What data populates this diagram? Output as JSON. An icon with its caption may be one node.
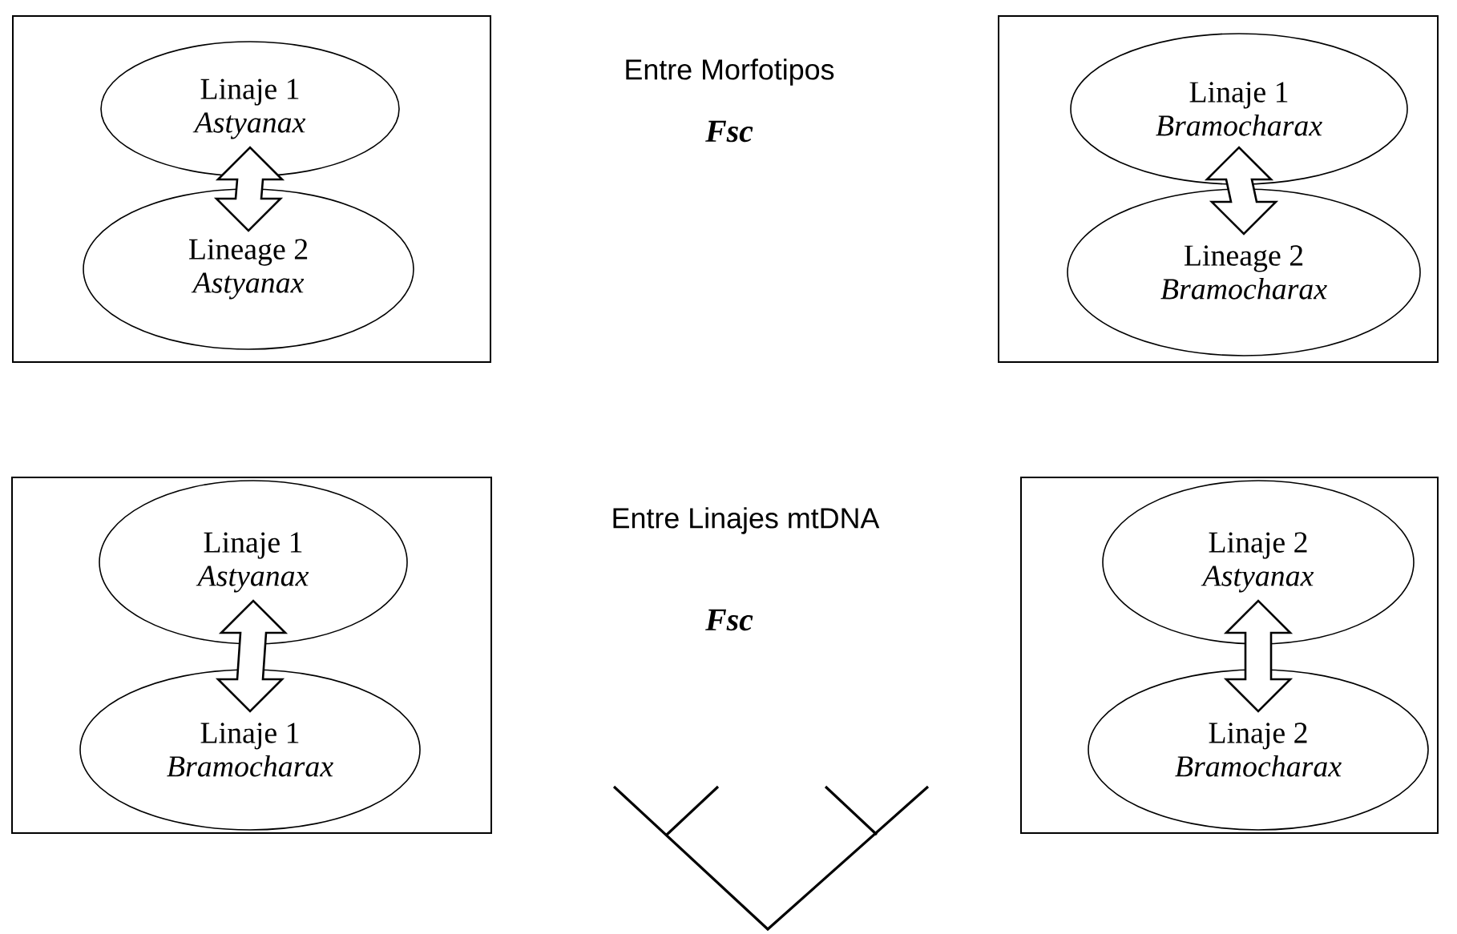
{
  "diagram": {
    "nodes": [
      {
        "text": [],
        "shape": "box"
      },
      {
        "text": [
          "Linaje 1",
          "Astyanax"
        ],
        "in": 0
      },
      {
        "text": [
          "Lineage 2",
          "Astyanax"
        ],
        "in": 0
      },
      {
        "text": [],
        "shape": "box"
      },
      {
        "text": [
          "Linaje 1",
          "Bramocharax"
        ],
        "in": 3
      },
      {
        "text": [
          "Lineage 2",
          "Bramocharax"
        ],
        "in": 3
      },
      {
        "text": [],
        "shape": "box"
      },
      {
        "text": [
          "Linaje 1",
          "Astyanax"
        ],
        "in": 6
      },
      {
        "text": [
          "Linaje 1",
          "Bramocharax"
        ],
        "in": 6
      },
      {
        "text": [],
        "shape": "box"
      },
      {
        "text": [
          "Linaje 2",
          "Astyanax"
        ],
        "in": 9
      },
      {
        "text": [
          "Linaje 2",
          "Bramocharax"
        ],
        "in": 9
      }
    ],
    "edges": [
      {
        "from": 1,
        "to": 2,
        "arrow": "both"
      },
      {
        "from": 4,
        "to": 5,
        "arrow": "both"
      },
      {
        "from": 7,
        "to": 8,
        "arrow": "both"
      },
      {
        "from": 10,
        "to": 11,
        "arrow": "both"
      }
    ],
    "labels": [
      "Entre Morfotipos",
      "Fsc",
      "Entre Linajes mtDNA",
      "Fsc"
    ]
  }
}
